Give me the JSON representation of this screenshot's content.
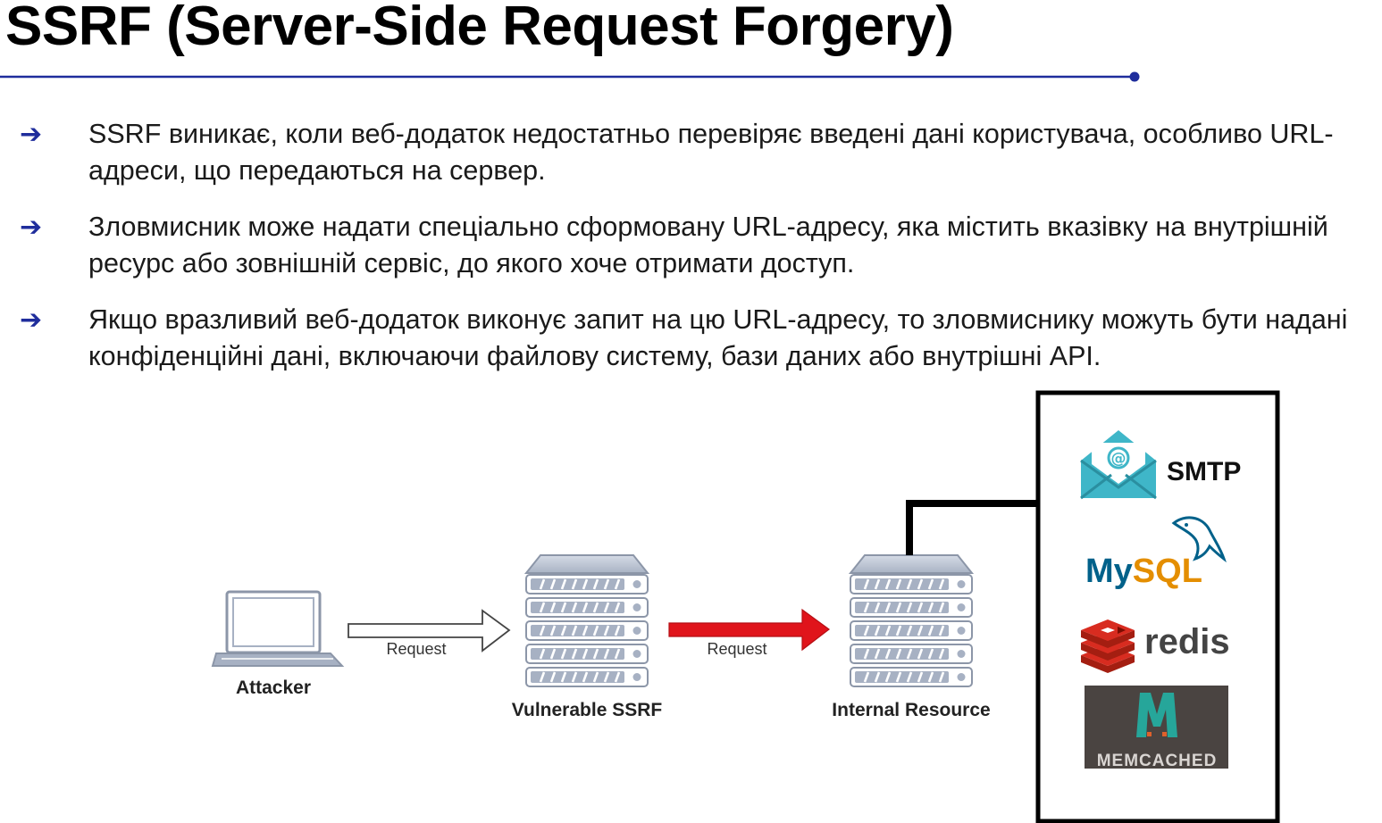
{
  "slide": {
    "title": "SSRF (Server-Side Request Forgery)",
    "accent_color": "#1f2d9c",
    "bullets": [
      {
        "icon": "arrow-right-icon",
        "text": "SSRF виникає, коли веб-додаток недостатньо перевіряє введені дані користувача, особливо URL-адреси, що передаються на сервер."
      },
      {
        "icon": "arrow-right-icon",
        "text": "Зловмисник може надати спеціально сформовану URL-адресу, яка містить вказівку на внутрішній ресурс або зовнішній сервіс, до якого хоче отримати доступ."
      },
      {
        "icon": "arrow-right-icon",
        "text": "Якщо вразливий веб-додаток виконує запит на цю URL-адресу, то зловмиснику можуть бути надані конфіденційні дані, включаючи файлову систему, бази даних або внутрішні API."
      }
    ]
  },
  "diagram": {
    "nodes": {
      "attacker": {
        "label": "Attacker",
        "icon": "laptop-icon"
      },
      "vulnerable": {
        "label": "Vulnerable SSRF",
        "icon": "server-icon"
      },
      "internal": {
        "label": "Internal Resource",
        "icon": "server-icon"
      }
    },
    "edges": [
      {
        "from": "attacker",
        "to": "vulnerable",
        "label": "Request",
        "style": "outline-arrow"
      },
      {
        "from": "vulnerable",
        "to": "internal",
        "label": "Request",
        "style": "red-arrow",
        "color": "#e0141b"
      }
    ],
    "services": {
      "smtp": {
        "label": "SMTP",
        "icon": "email-envelope-icon",
        "color": "#3fb6c8"
      },
      "mysql": {
        "label_my": "My",
        "label_sql": "SQL",
        "icon": "mysql-dolphin-icon",
        "color_my": "#00618a",
        "color_sql": "#e48e00"
      },
      "redis": {
        "label": "redis",
        "icon": "redis-cube-icon",
        "color": "#d82c20"
      },
      "memcached": {
        "label": "MEMCACHED",
        "icon": "memcached-m-icon",
        "color": "#26a69a",
        "bg": "#4a4441"
      }
    }
  }
}
